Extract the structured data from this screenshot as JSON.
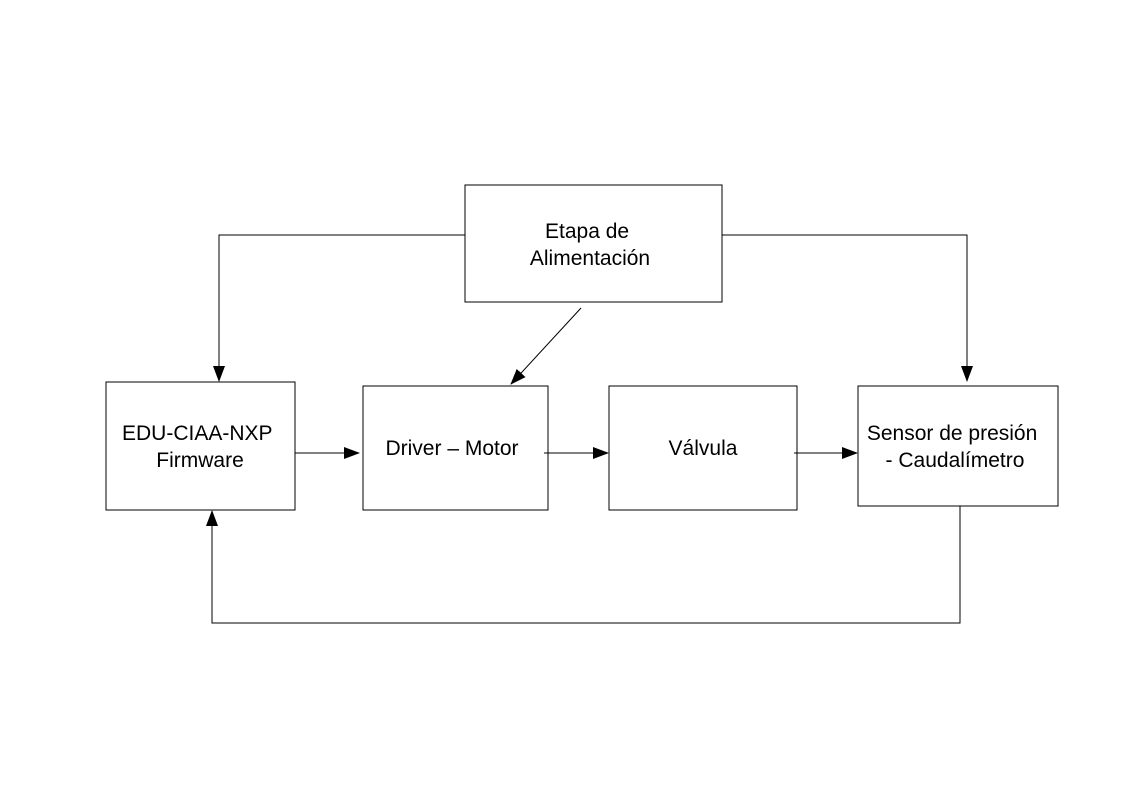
{
  "diagram": {
    "blocks": {
      "power": {
        "line1": "Etapa de",
        "line2": "Alimentación"
      },
      "mcu": {
        "line1": "EDU-CIAA-NXP",
        "line2": "Firmware"
      },
      "driver": {
        "line1": "Driver – Motor"
      },
      "valve": {
        "line1": "Válvula"
      },
      "sensor": {
        "line1": "Sensor de presión",
        "line2": "- Caudalímetro"
      }
    },
    "colors": {
      "stroke": "#000000",
      "background": "#ffffff"
    }
  }
}
